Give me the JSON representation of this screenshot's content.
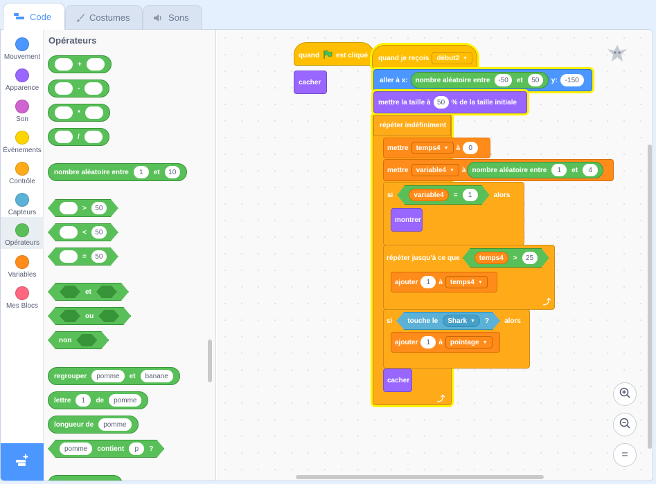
{
  "tabs": [
    {
      "label": "Code",
      "icon": "code-icon",
      "active": true
    },
    {
      "label": "Costumes",
      "icon": "brush-icon",
      "active": false
    },
    {
      "label": "Sons",
      "icon": "speaker-icon",
      "active": false
    }
  ],
  "categories": [
    {
      "label": "Mouvement",
      "color": "#4c97ff"
    },
    {
      "label": "Apparence",
      "color": "#9966ff"
    },
    {
      "label": "Son",
      "color": "#cf63cf"
    },
    {
      "label": "Événements",
      "color": "#ffd500"
    },
    {
      "label": "Contrôle",
      "color": "#ffab19"
    },
    {
      "label": "Capteurs",
      "color": "#5cb1d6"
    },
    {
      "label": "Opérateurs",
      "color": "#59c059"
    },
    {
      "label": "Variables",
      "color": "#ff8c1a"
    },
    {
      "label": "Mes Blocs",
      "color": "#ff6680"
    }
  ],
  "selected_category": "Opérateurs",
  "palette": {
    "title": "Opérateurs",
    "add": "+",
    "sub": "-",
    "mul": "*",
    "div": "/",
    "random_label": "nombre aléatoire entre",
    "random_from": "1",
    "random_and": "et",
    "random_to": "10",
    "gt": ">",
    "lt": "<",
    "eq": "=",
    "cmp_value": "50",
    "and_label": "et",
    "or_label": "ou",
    "not_label": "non",
    "join_label": "regrouper",
    "join_a": "pomme",
    "join_and": "et",
    "join_b": "banane",
    "letter_label": "lettre",
    "letter_n": "1",
    "letter_of": "de",
    "letter_word": "pomme",
    "length_label": "longueur de",
    "length_word": "pomme",
    "contains_word": "pomme",
    "contains_label": "contient",
    "contains_char": "p",
    "contains_q": "?"
  },
  "script1": {
    "hat_when": "quand",
    "hat_clicked": "est cliqué",
    "hide": "cacher"
  },
  "script2": {
    "hat_receive": "quand je reçois",
    "message": "début2",
    "goto_label": "aller à x:",
    "goto_random": "nombre aléatoire entre",
    "goto_from": "-50",
    "goto_and": "et",
    "goto_to": "50",
    "goto_y": "y:",
    "goto_y_val": "-150",
    "size_label": "mettre la taille à",
    "size_val": "50",
    "size_suffix": "% de la taille initiale",
    "forever": "répéter indéfiniment",
    "set1_label": "mettre",
    "set1_var": "temps4",
    "set1_to": "à",
    "set1_val": "0",
    "set2_label": "mettre",
    "set2_var": "variable4",
    "set2_to": "à",
    "set2_random": "nombre aléatoire entre",
    "set2_from": "1",
    "set2_and": "et",
    "set2_to_val": "4",
    "if1_si": "si",
    "if1_var": "variable4",
    "if1_eq": "=",
    "if1_val": "1",
    "if1_then": "alors",
    "show": "montrer",
    "until_label": "répéter jusqu'à ce que",
    "until_var": "temps4",
    "until_gt": ">",
    "until_val": "25",
    "change1_label": "ajouter",
    "change1_val": "1",
    "change1_to": "à",
    "change1_var": "temps4",
    "if2_si": "si",
    "if2_touch": "touche le",
    "if2_obj": "Shark",
    "if2_q": "?",
    "if2_then": "alors",
    "change2_label": "ajouter",
    "change2_val": "1",
    "change2_to": "à",
    "change2_var": "pointage",
    "hide": "cacher"
  },
  "zoom": {
    "in": "zoom-in-icon",
    "out": "zoom-out-icon",
    "reset": "="
  }
}
